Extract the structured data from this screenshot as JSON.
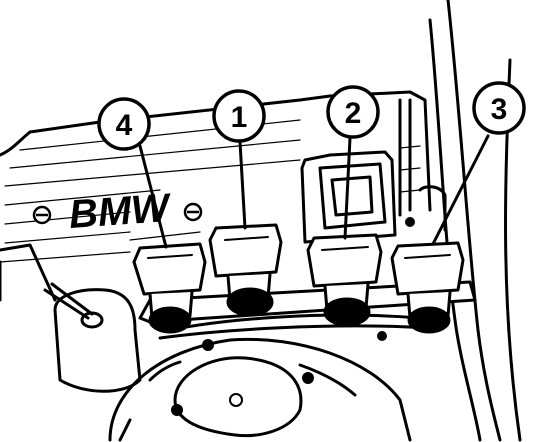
{
  "brand": "BMW",
  "callouts": [
    {
      "id": "callout-4",
      "label": "4"
    },
    {
      "id": "callout-1",
      "label": "1"
    },
    {
      "id": "callout-2",
      "label": "2"
    },
    {
      "id": "callout-3",
      "label": "3"
    }
  ],
  "colors": {
    "ink": "#000000",
    "paper": "#ffffff"
  }
}
